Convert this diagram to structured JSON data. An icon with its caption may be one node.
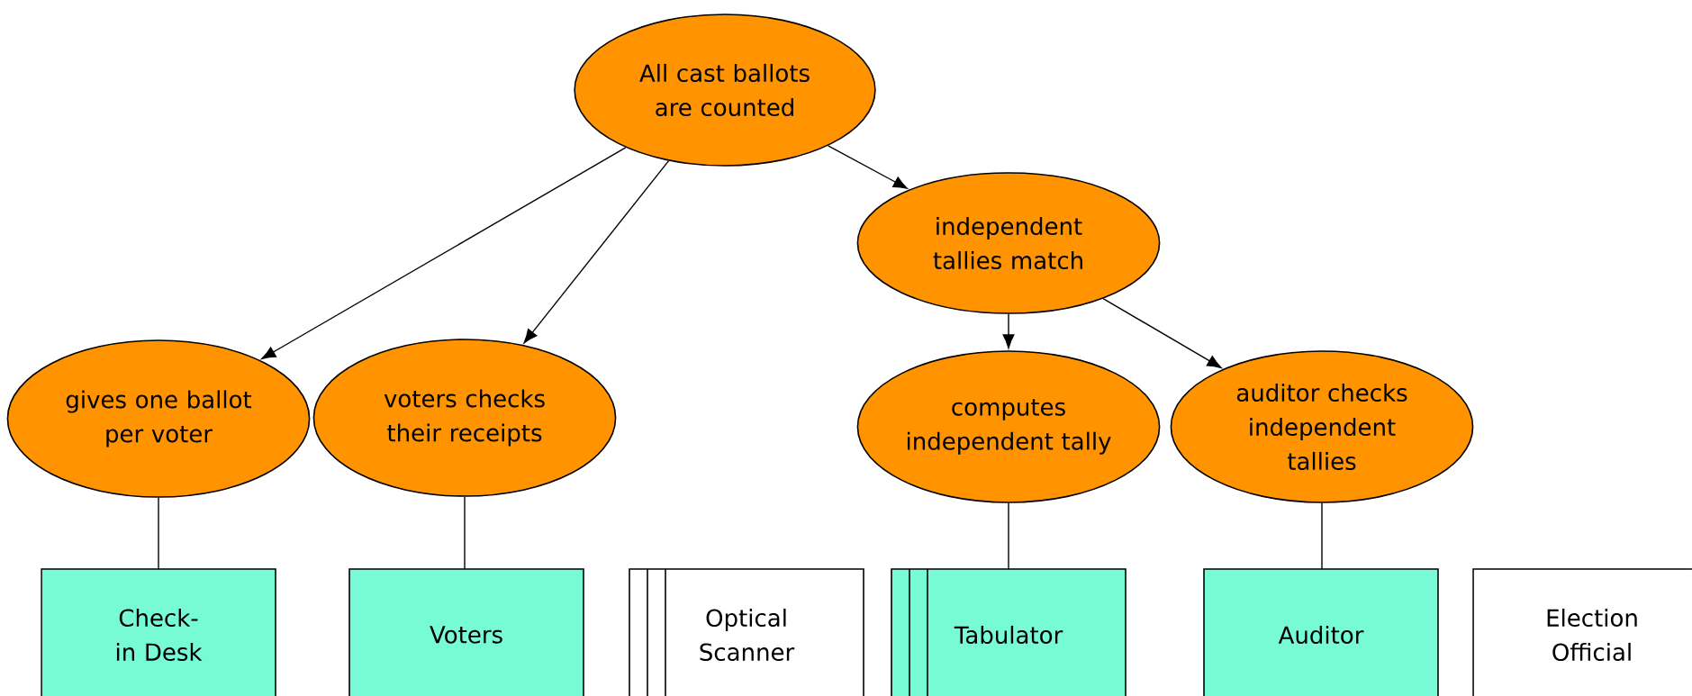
{
  "diagram": {
    "nodes": [
      {
        "text": [
          "All cast ballots are counted"
        ]
      },
      {
        "text": [
          "independent tallies match"
        ]
      },
      {
        "text": [
          "gives one ballot per voter"
        ]
      },
      {
        "text": [
          "voters checks their receipts"
        ]
      },
      {
        "text": [
          "computes independent tally"
        ]
      },
      {
        "text": [
          "auditor checks independent tallies"
        ]
      },
      {
        "text": [
          "Check-in Desk"
        ]
      },
      {
        "text": [
          "Voters"
        ]
      },
      {
        "text": [
          "Optical Scanner"
        ]
      },
      {
        "text": [
          "Tabulator"
        ]
      },
      {
        "text": [
          "Auditor"
        ]
      },
      {
        "text": [
          "Election Official"
        ]
      }
    ],
    "edges": [
      {
        "from": 0,
        "to": 1,
        "arrow": "to"
      },
      {
        "from": 0,
        "to": 2,
        "arrow": "to"
      },
      {
        "from": 0,
        "to": 3,
        "arrow": "to"
      },
      {
        "from": 1,
        "to": 4,
        "arrow": "to"
      },
      {
        "from": 1,
        "to": 5,
        "arrow": "to"
      },
      {
        "from": 2,
        "to": 6,
        "arrow": "none"
      },
      {
        "from": 3,
        "to": 7,
        "arrow": "none"
      },
      {
        "from": 4,
        "to": 9,
        "arrow": "none"
      },
      {
        "from": 5,
        "to": 10,
        "arrow": "none"
      }
    ]
  }
}
